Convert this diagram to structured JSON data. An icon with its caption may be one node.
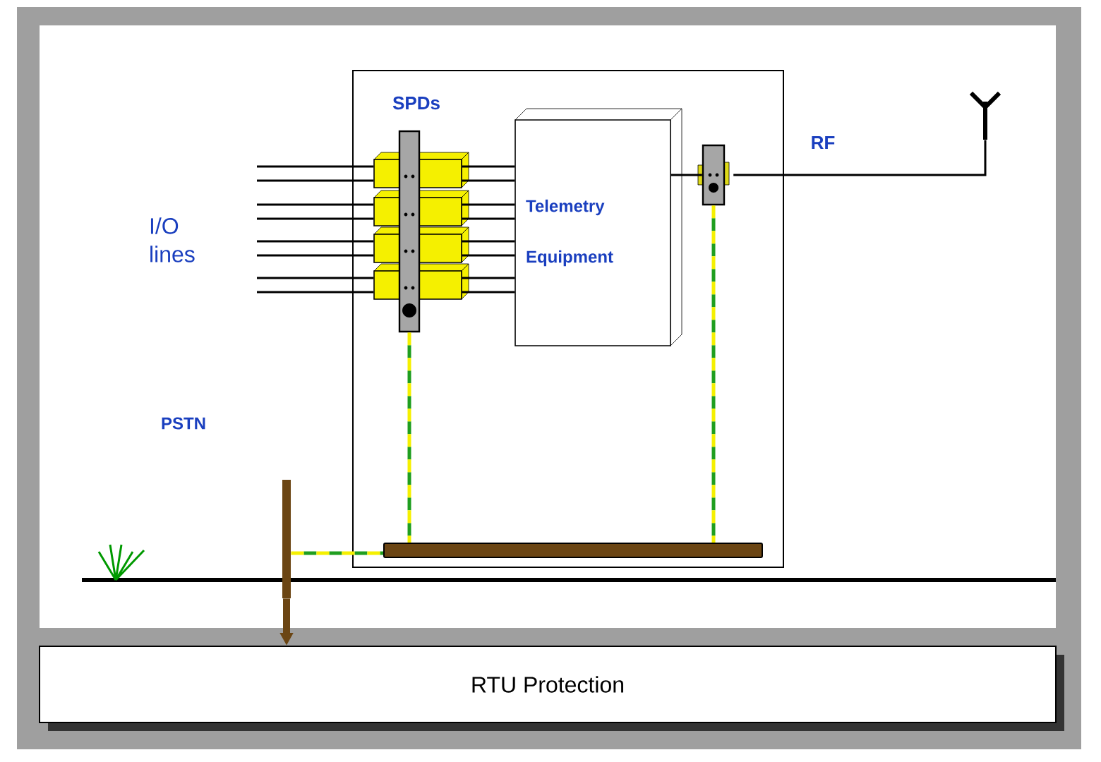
{
  "diagram": {
    "nodes": [
      {
        "text": [],
        "shape": "box"
      },
      {
        "text": [
          "Telemetry Equipment"
        ],
        "in": 0
      },
      {
        "text": [],
        "shape": "box",
        "in": 0
      },
      {
        "text": [],
        "shape": "box",
        "in": 0
      },
      {
        "text": [],
        "shape": "box",
        "in": 0
      },
      {
        "text": [],
        "shape": "box",
        "in": 0
      },
      {
        "text": [],
        "shape": "bar",
        "in": 0
      },
      {
        "text": [],
        "shape": "bar",
        "in": 0
      },
      {
        "text": [],
        "shape": "bar",
        "in": 0
      },
      {
        "text": [],
        "shape": "picture"
      },
      {
        "text": [],
        "shape": "bar"
      },
      {
        "text": [
          "RTU Protection"
        ]
      }
    ],
    "edges": [
      {
        "from": null,
        "to": 2,
        "arrow": "none"
      },
      {
        "from": null,
        "to": 2,
        "arrow": "none"
      },
      {
        "from": null,
        "to": 3,
        "arrow": "none"
      },
      {
        "from": null,
        "to": 3,
        "arrow": "none"
      },
      {
        "from": null,
        "to": 4,
        "arrow": "none"
      },
      {
        "from": null,
        "to": 4,
        "arrow": "none"
      },
      {
        "from": null,
        "to": 5,
        "arrow": "none"
      },
      {
        "from": null,
        "to": 5,
        "arrow": "none"
      },
      {
        "from": 2,
        "to": 1,
        "arrow": "none"
      },
      {
        "from": 2,
        "to": 1,
        "arrow": "none"
      },
      {
        "from": 3,
        "to": 1,
        "arrow": "none"
      },
      {
        "from": 3,
        "to": 1,
        "arrow": "none"
      },
      {
        "from": 4,
        "to": 1,
        "arrow": "none"
      },
      {
        "from": 4,
        "to": 1,
        "arrow": "none"
      },
      {
        "from": 5,
        "to": 1,
        "arrow": "none"
      },
      {
        "from": 5,
        "to": 1,
        "arrow": "none"
      },
      {
        "from": 6,
        "to": 8,
        "arrow": "none",
        "style": "dashed",
        "color": "#1f9e1f"
      },
      {
        "from": 7,
        "to": 8,
        "arrow": "none",
        "style": "dashed",
        "color": "#1f9e1f"
      },
      {
        "from": 10,
        "to": 8,
        "arrow": "none",
        "style": "dashed",
        "color": "#1f9e1f"
      },
      {
        "from": 1,
        "to": 7,
        "arrow": "none"
      },
      {
        "from": 7,
        "to": 9,
        "arrow": "none"
      },
      {
        "from": 10,
        "to": 11,
        "arrow": "to",
        "style": "thick",
        "color": "#6b4513"
      }
    ],
    "labels": [
      "SPDs",
      "RF",
      "I/O lines",
      "PSTN"
    ]
  }
}
